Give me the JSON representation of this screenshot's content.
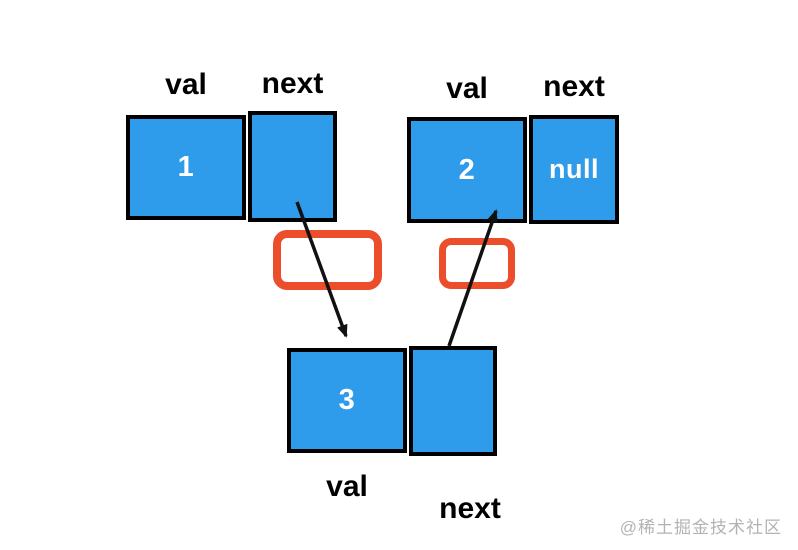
{
  "nodes": [
    {
      "id": "node-1",
      "val_label": "val",
      "next_label": "next",
      "val": "1",
      "next": ""
    },
    {
      "id": "node-2",
      "val_label": "val",
      "next_label": "next",
      "val": "2",
      "next": "null"
    },
    {
      "id": "node-3",
      "val_label": "val",
      "next_label": "next",
      "val": "3",
      "next": ""
    }
  ],
  "arrows": [
    {
      "id": "arrow-1",
      "from": "node-1.next",
      "to": "node-3.val"
    },
    {
      "id": "arrow-2",
      "from": "node-3.next",
      "to": "node-2.val"
    }
  ],
  "watermark": "@稀土掘金技术社区",
  "colors": {
    "node_fill": "#2E9CEA",
    "node_border": "#000000",
    "highlight_border": "#EC4D2B",
    "arrow": "#111111",
    "label_text": "#000000",
    "value_text": "#FFFFFF",
    "watermark_text": "#B3B3B3"
  }
}
